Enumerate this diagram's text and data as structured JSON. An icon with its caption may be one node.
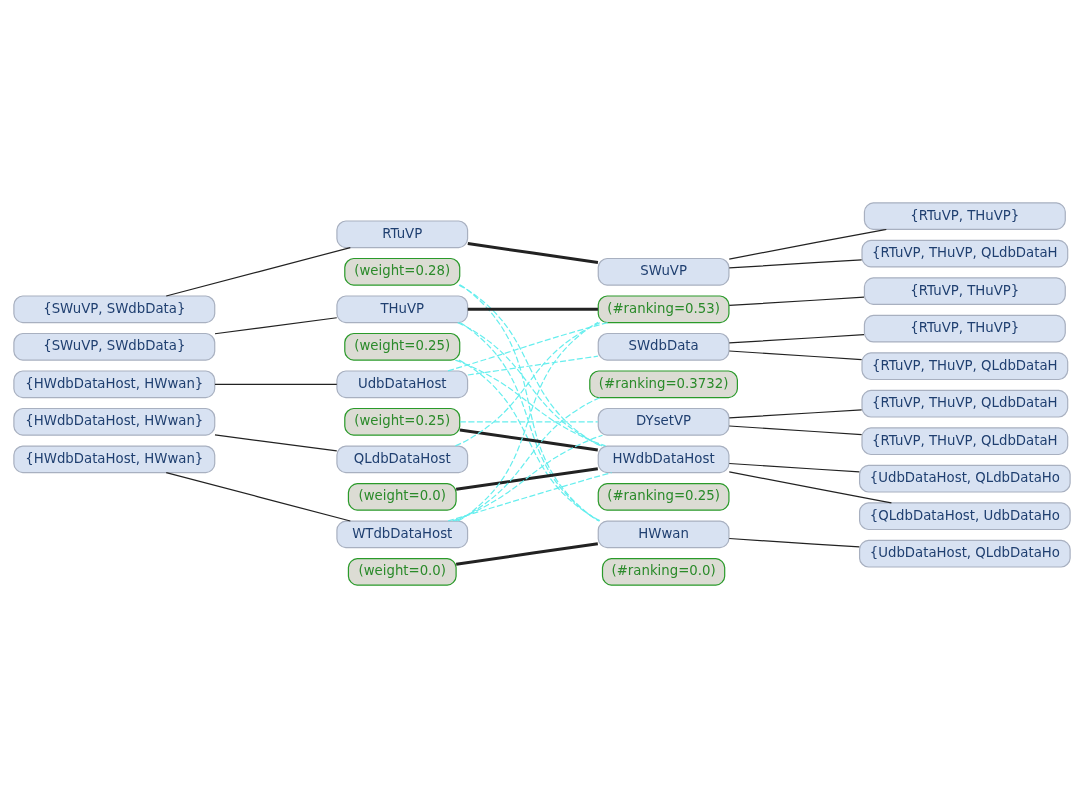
{
  "diagram": {
    "nodes": [
      {
        "text": [
          "{SWuVP, SWdbData}"
        ]
      },
      {
        "text": [
          "{SWuVP, SWdbData}"
        ]
      },
      {
        "text": [
          "{HWdbDataHost, HWwan}"
        ]
      },
      {
        "text": [
          "{HWdbDataHost, HWwan}"
        ]
      },
      {
        "text": [
          "{HWdbDataHost, HWwan}"
        ]
      },
      {
        "text": [
          "RTuVP"
        ]
      },
      {
        "text": [
          "(weight=0.28)"
        ]
      },
      {
        "text": [
          "THuVP"
        ]
      },
      {
        "text": [
          "(weight=0.25)"
        ]
      },
      {
        "text": [
          "UdbDataHost"
        ]
      },
      {
        "text": [
          "(weight=0.25)"
        ]
      },
      {
        "text": [
          "QLdbDataHost"
        ]
      },
      {
        "text": [
          "(weight=0.0)"
        ]
      },
      {
        "text": [
          "WTdbDataHost"
        ]
      },
      {
        "text": [
          "(weight=0.0)"
        ]
      },
      {
        "text": [
          "SWuVP"
        ]
      },
      {
        "text": [
          "(#ranking=0.53)"
        ]
      },
      {
        "text": [
          "SWdbData"
        ]
      },
      {
        "text": [
          "(#ranking=0.3732)"
        ]
      },
      {
        "text": [
          "DYsetVP"
        ]
      },
      {
        "text": [
          "HWdbDataHost"
        ]
      },
      {
        "text": [
          "(#ranking=0.25)"
        ]
      },
      {
        "text": [
          "HWwan"
        ]
      },
      {
        "text": [
          "(#ranking=0.0)"
        ]
      },
      {
        "text": [
          "{RTuVP, THuVP}"
        ]
      },
      {
        "text": [
          "{RTuVP, THuVP, QLdbDataH"
        ]
      },
      {
        "text": [
          "{RTuVP, THuVP}"
        ]
      },
      {
        "text": [
          "{RTuVP, THuVP}"
        ]
      },
      {
        "text": [
          "{RTuVP, THuVP, QLdbDataH"
        ]
      },
      {
        "text": [
          "{RTuVP, THuVP, QLdbDataH"
        ]
      },
      {
        "text": [
          "{RTuVP, THuVP, QLdbDataH"
        ]
      },
      {
        "text": [
          "{UdbDataHost, QLdbDataHo"
        ]
      },
      {
        "text": [
          "{QLdbDataHost, UdbDataHo"
        ]
      },
      {
        "text": [
          "{UdbDataHost, QLdbDataHo"
        ]
      }
    ],
    "edges": [
      {
        "from": 0,
        "to": 5,
        "arrow": "none"
      },
      {
        "from": 1,
        "to": 7,
        "arrow": "none"
      },
      {
        "from": 2,
        "to": 9,
        "arrow": "none"
      },
      {
        "from": 3,
        "to": 11,
        "arrow": "none"
      },
      {
        "from": 4,
        "to": 13,
        "arrow": "none"
      },
      {
        "from": 5,
        "to": 15,
        "arrow": "none",
        "style": "thick"
      },
      {
        "from": 7,
        "to": 16,
        "arrow": "none",
        "style": "thick"
      },
      {
        "from": 10,
        "to": 20,
        "arrow": "none",
        "style": "thick"
      },
      {
        "from": 12,
        "to": 20,
        "arrow": "none",
        "style": "thick"
      },
      {
        "from": 14,
        "to": 22,
        "arrow": "none",
        "style": "thick"
      },
      {
        "from": 6,
        "to": 20,
        "arrow": "none",
        "style": "dashed",
        "color": "#66eeee"
      },
      {
        "from": 6,
        "to": 22,
        "arrow": "none",
        "style": "dashed",
        "color": "#66eeee"
      },
      {
        "from": 7,
        "to": 20,
        "arrow": "none",
        "style": "dashed",
        "color": "#66eeee"
      },
      {
        "from": 7,
        "to": 22,
        "arrow": "none",
        "style": "dashed",
        "color": "#66eeee"
      },
      {
        "from": 8,
        "to": 20,
        "arrow": "none",
        "style": "dashed",
        "color": "#66eeee"
      },
      {
        "from": 8,
        "to": 22,
        "arrow": "none",
        "style": "dashed",
        "color": "#66eeee"
      },
      {
        "from": 9,
        "to": 16,
        "arrow": "none",
        "style": "dashed",
        "color": "#66eeee"
      },
      {
        "from": 9,
        "to": 17,
        "arrow": "none",
        "style": "dashed",
        "color": "#66eeee"
      },
      {
        "from": 10,
        "to": 19,
        "arrow": "none",
        "style": "dashed",
        "color": "#66eeee"
      },
      {
        "from": 11,
        "to": 16,
        "arrow": "none",
        "style": "dashed",
        "color": "#66eeee"
      },
      {
        "from": 13,
        "to": 16,
        "arrow": "none",
        "style": "dashed",
        "color": "#66eeee"
      },
      {
        "from": 13,
        "to": 18,
        "arrow": "none",
        "style": "dashed",
        "color": "#66eeee"
      },
      {
        "from": 13,
        "to": 19,
        "arrow": "none",
        "style": "dashed",
        "color": "#66eeee"
      },
      {
        "from": 13,
        "to": 20,
        "arrow": "none",
        "style": "dashed",
        "color": "#66eeee"
      },
      {
        "from": 15,
        "to": 24,
        "arrow": "none"
      },
      {
        "from": 15,
        "to": 25,
        "arrow": "none"
      },
      {
        "from": 16,
        "to": 26,
        "arrow": "none"
      },
      {
        "from": 17,
        "to": 27,
        "arrow": "none"
      },
      {
        "from": 17,
        "to": 28,
        "arrow": "none"
      },
      {
        "from": 19,
        "to": 29,
        "arrow": "none"
      },
      {
        "from": 19,
        "to": 30,
        "arrow": "none"
      },
      {
        "from": 20,
        "to": 31,
        "arrow": "none"
      },
      {
        "from": 20,
        "to": 32,
        "arrow": "none"
      },
      {
        "from": 22,
        "to": 33,
        "arrow": "none"
      }
    ]
  }
}
